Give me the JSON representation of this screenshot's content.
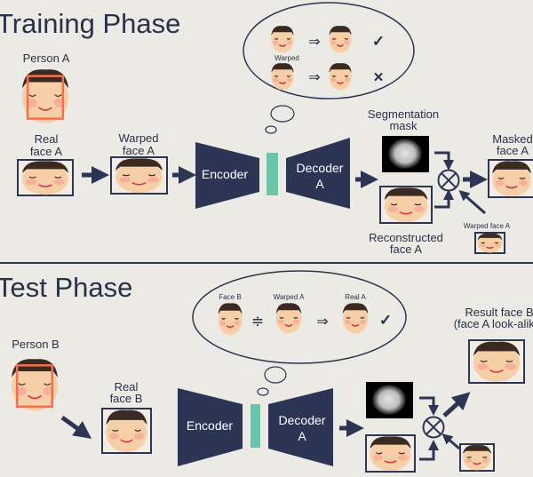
{
  "colors": {
    "background": "#ebeae5",
    "navy": "#2d3554",
    "latent": "#6cc5a8",
    "highlight": "#f0704f",
    "skin": "#f7cfa6",
    "blush": "#f5a79a",
    "hair": "#3a2a22",
    "mouth": "#d9344a"
  },
  "training": {
    "title": "Training Phase",
    "person_label": "Person A",
    "real_label": [
      "Real",
      "face A"
    ],
    "warped_label": [
      "Warped",
      "face A"
    ],
    "encoder": "Encoder",
    "decoder": [
      "Decoder",
      "A"
    ],
    "mask_label": [
      "Segmentation",
      "mask"
    ],
    "reconstructed_label": [
      "Reconstructed",
      "face A"
    ],
    "masked_label": [
      "Masked",
      "face A"
    ],
    "warped_small_label": "Warped  face A",
    "bubble": {
      "warped_label": "Warped",
      "arrow": "⇒",
      "check": "✓",
      "cross": "✕"
    }
  },
  "test": {
    "title": "Test Phase",
    "person_label": "Person B",
    "real_label": [
      "Real",
      "face B"
    ],
    "encoder": "Encoder",
    "decoder": [
      "Decoder",
      "A"
    ],
    "result_label": [
      "Result face B",
      "(face A look-alike)"
    ],
    "bubble": {
      "face_b": "Face B",
      "warped_a": "Warped A",
      "real_a": "Real A",
      "approx": "≑",
      "arrow": "⇒",
      "check": "✓"
    }
  },
  "operator": "⊗"
}
